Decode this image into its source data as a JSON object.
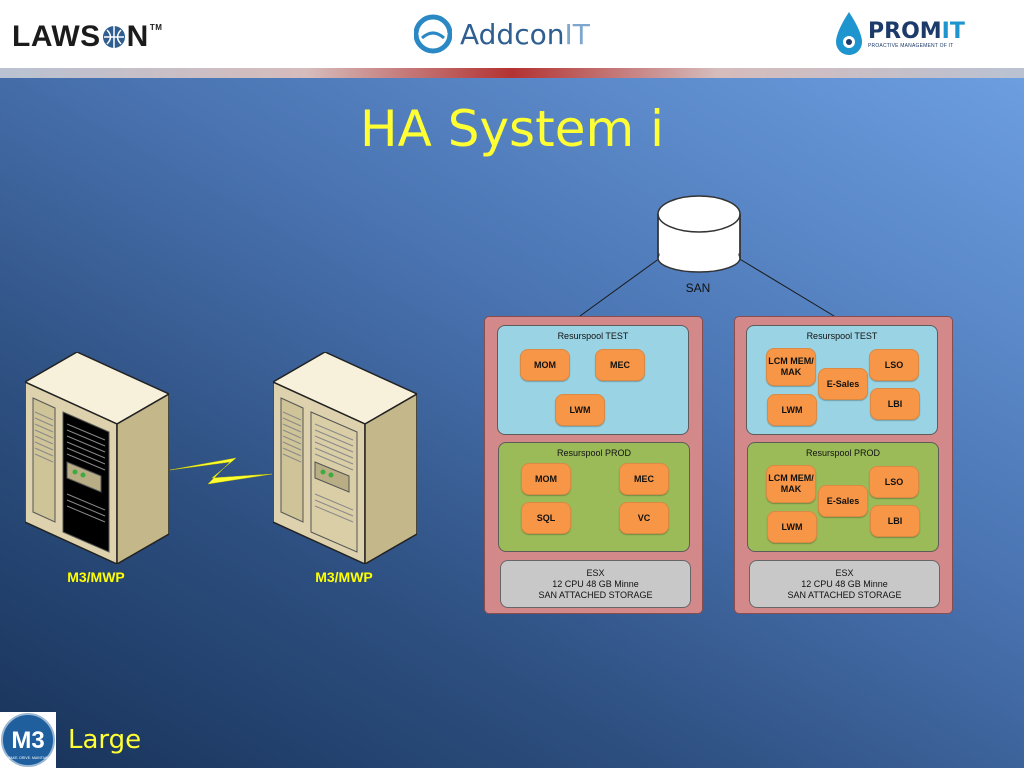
{
  "header": {
    "lawson_logo": "LAWSON",
    "lawson_tm": "TM",
    "addcon_logo_main": "Addcon",
    "addcon_logo_suffix": "IT",
    "promit_logo_main": "PROM",
    "promit_logo_suffix": "IT",
    "promit_tagline": "PROACTIVE MANAGEMENT OF IT"
  },
  "title": "HA System i",
  "servers": [
    {
      "label": "M3/MWP"
    },
    {
      "label": "M3/MWP"
    }
  ],
  "san": {
    "label": "SAN"
  },
  "hosts": [
    {
      "test_pool": {
        "title": "Resurspool TEST",
        "chips": [
          "MOM",
          "MEC",
          "LWM"
        ]
      },
      "prod_pool": {
        "title": "Resurspool PROD",
        "chips": [
          "MOM",
          "MEC",
          "SQL",
          "VC"
        ]
      },
      "esx": {
        "line1": "ESX",
        "line2": "12 CPU 48 GB Minne",
        "line3": "SAN ATTACHED STORAGE"
      }
    },
    {
      "test_pool": {
        "title": "Resurspool TEST",
        "chips": [
          "LCM MEM/ MAK",
          "LSO",
          "E-Sales",
          "LBI",
          "LWM"
        ]
      },
      "prod_pool": {
        "title": "Resurspool PROD",
        "chips": [
          "LCM MEM/ MAK",
          "LSO",
          "E-Sales",
          "LBI",
          "LWM"
        ]
      },
      "esx": {
        "line1": "ESX",
        "line2": "12 CPU 48 GB Minne",
        "line3": "SAN ATTACHED STORAGE"
      }
    }
  ],
  "footer": {
    "logo_text": "M3",
    "logo_subtext": "MAKE. DRIVE. MAINTAIN",
    "label": "Large"
  },
  "colors": {
    "title": "#ffff33",
    "server_label": "#ffff00",
    "panel": "#d38989",
    "pool_test": "#9ad4e4",
    "pool_prod": "#9bbb59",
    "chip": "#f79646",
    "esx": "#c8c8c8"
  },
  "icons": [
    "globe-icon",
    "addcon-swirl-icon",
    "promit-drop-icon",
    "server-icon",
    "lightning-link-icon",
    "san-cylinder-icon",
    "m3-badge-icon"
  ]
}
